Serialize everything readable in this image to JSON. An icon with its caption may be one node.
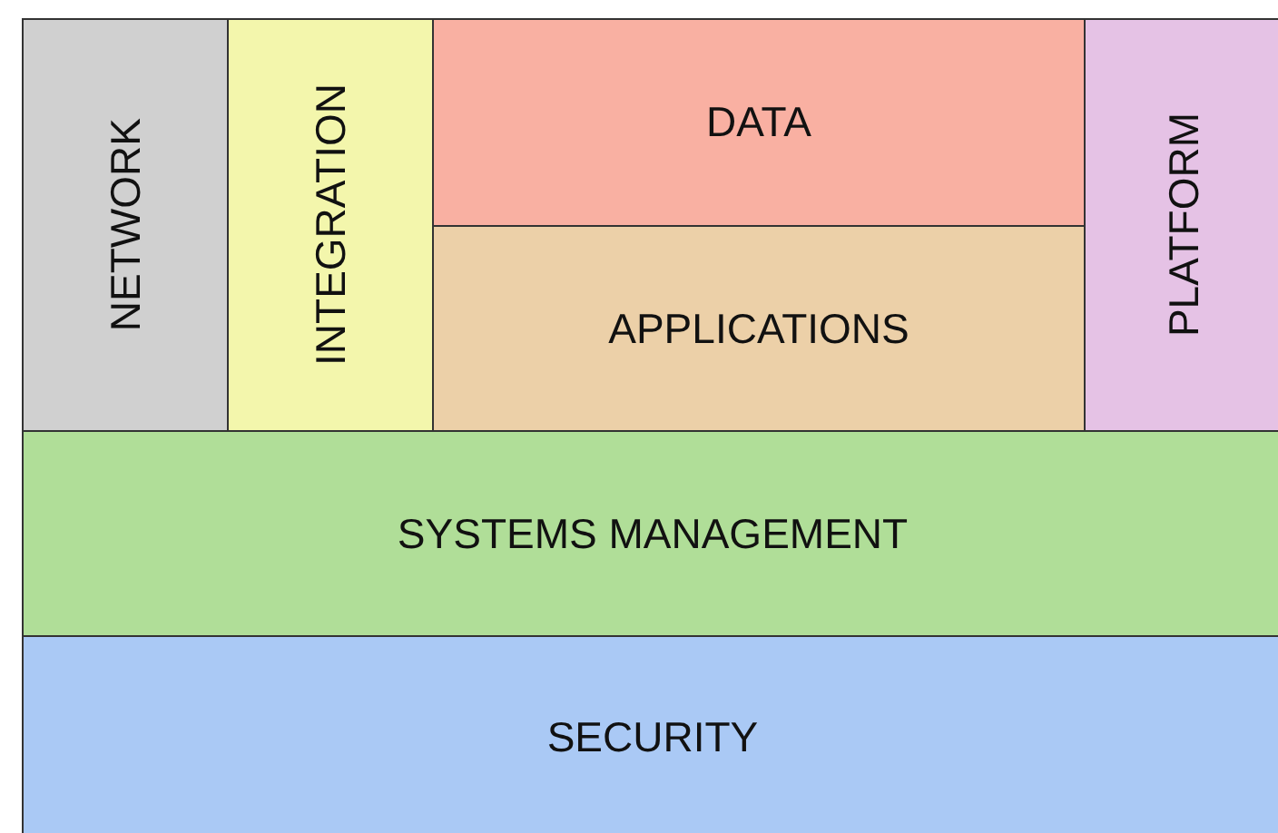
{
  "diagram": {
    "nodes": [
      {
        "text": [
          "NETWORK"
        ]
      },
      {
        "text": [
          "INTEGRATION"
        ]
      },
      {
        "text": [
          "DATA"
        ]
      },
      {
        "text": [
          "APPLICATIONS"
        ]
      },
      {
        "text": [
          "PLATFORM"
        ]
      },
      {
        "text": [
          "SYSTEMS MANAGEMENT"
        ]
      },
      {
        "text": [
          "SECURITY"
        ]
      }
    ]
  }
}
